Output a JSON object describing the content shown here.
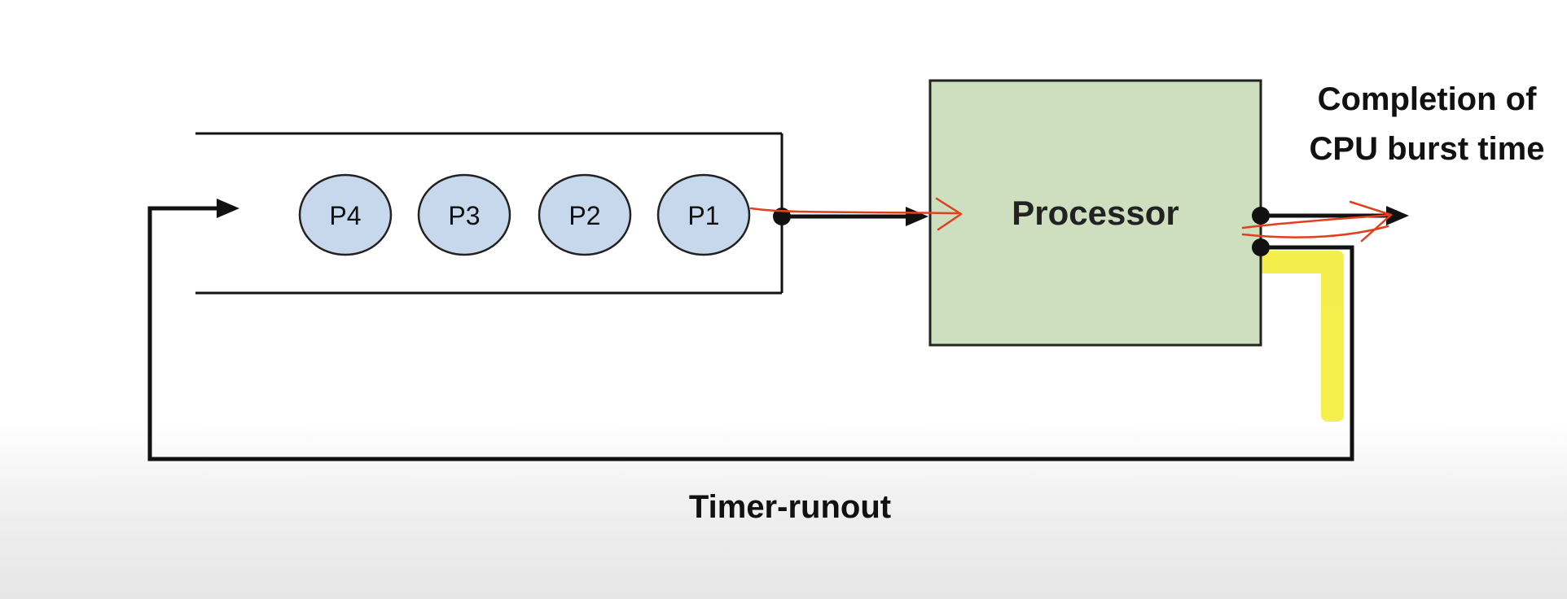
{
  "diagram": {
    "queue_processes": [
      "P4",
      "P3",
      "P2",
      "P1"
    ],
    "processor_label": "Processor",
    "completion_label_line1": "Completion of",
    "completion_label_line2": "CPU burst time",
    "timer_label": "Timer-runout"
  },
  "colors": {
    "process_fill": "#c8d8ec",
    "processor_fill": "#cddfbf",
    "annotation_red": "#e0401c",
    "highlight_yellow": "#f2ec2c"
  }
}
